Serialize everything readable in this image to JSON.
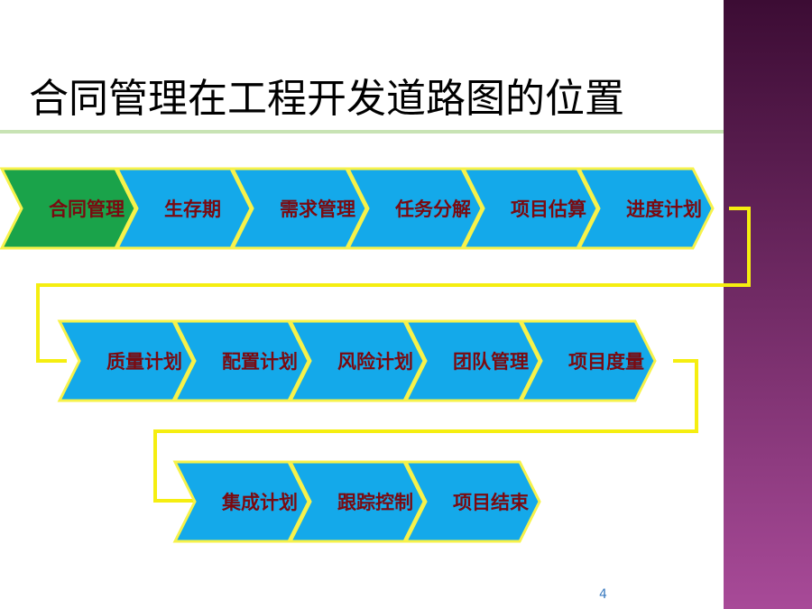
{
  "slide": {
    "title": "合同管理在工程开发道路图的位置",
    "page_number": "4"
  },
  "colors": {
    "active_step": "#1aa34a",
    "step_fill": "#14a9ea",
    "step_stroke": "#f7f24a",
    "connector": "#f5ee10",
    "label": "#7a0a10",
    "side_band_top": "#3c0c34",
    "side_band_bottom": "#a84a98",
    "title_rule": "#c8e3b4"
  },
  "roadmap": {
    "rows": [
      {
        "steps": [
          {
            "label": "合同管理",
            "active": true
          },
          {
            "label": "生存期",
            "active": false
          },
          {
            "label": "需求管理",
            "active": false
          },
          {
            "label": "任务分解",
            "active": false
          },
          {
            "label": "项目估算",
            "active": false
          },
          {
            "label": "进度计划",
            "active": false
          }
        ]
      },
      {
        "steps": [
          {
            "label": "质量计划",
            "active": false
          },
          {
            "label": "配置计划",
            "active": false
          },
          {
            "label": "风险计划",
            "active": false
          },
          {
            "label": "团队管理",
            "active": false
          },
          {
            "label": "项目度量",
            "active": false
          }
        ]
      },
      {
        "steps": [
          {
            "label": "集成计划",
            "active": false
          },
          {
            "label": "跟踪控制",
            "active": false
          },
          {
            "label": "项目结束",
            "active": false
          }
        ]
      }
    ]
  }
}
